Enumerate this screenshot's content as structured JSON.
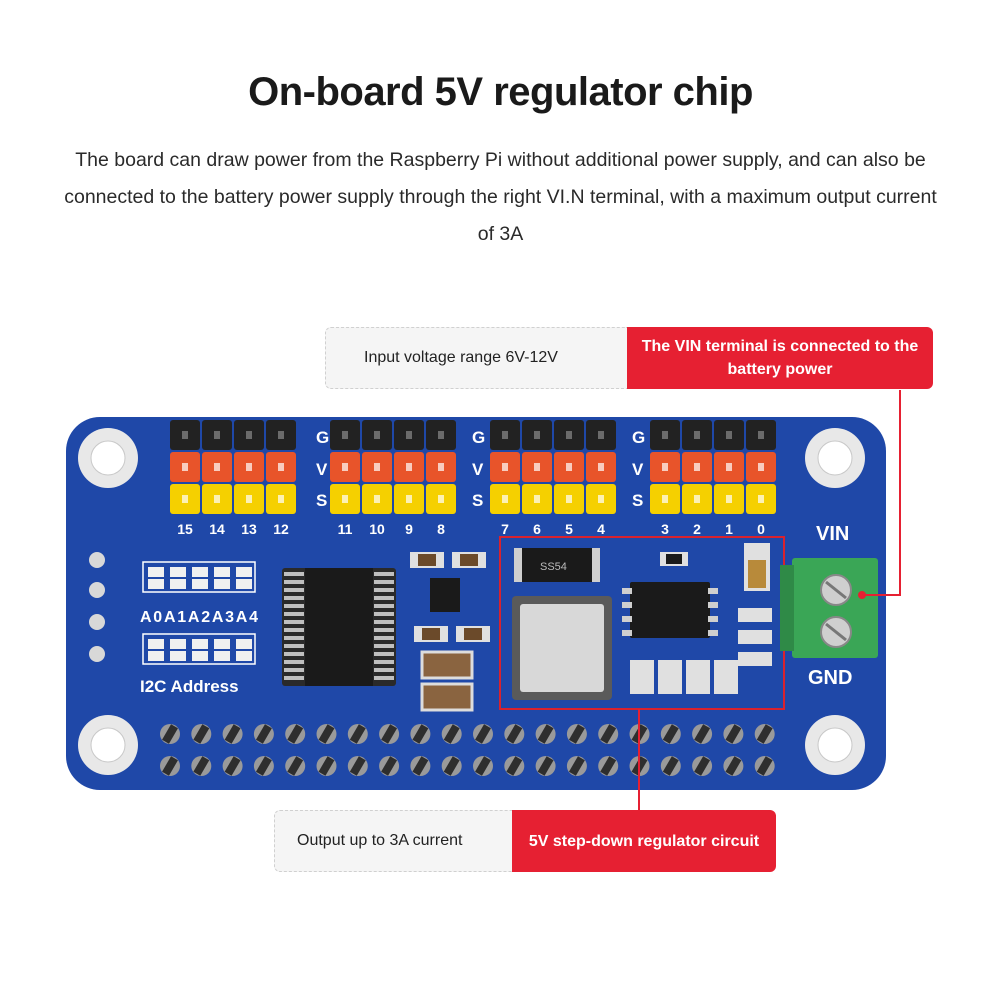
{
  "title": "On-board 5V regulator chip",
  "description": "The board can draw power from the Raspberry Pi without additional power supply, and can also be connected to the battery power supply through the right VI.N terminal, with a maximum output current of 3A",
  "callouts": {
    "top": {
      "grey": "Input voltage range 6V-12V",
      "red": "The VIN terminal is connected to the battery power"
    },
    "bottom": {
      "grey": "Output up to 3A current",
      "red": "5V step-down regulator circuit"
    }
  },
  "board": {
    "pin_row_labels": [
      "G",
      "V",
      "S"
    ],
    "channels": [
      "15",
      "14",
      "13",
      "12",
      "11",
      "10",
      "9",
      "8",
      "7",
      "6",
      "5",
      "4",
      "3",
      "2",
      "1",
      "0"
    ],
    "address_pins": "A0A1A2A3A4",
    "i2c_label": "I2C Address",
    "vin_label": "VIN",
    "gnd_label": "GND",
    "regulator_marking": "SS54"
  },
  "colors": {
    "board": "#1f48a8",
    "callout_red": "#e62032",
    "header_black": "#222222",
    "header_red": "#e8542a",
    "header_yellow": "#f5d000",
    "terminal_green": "#3aa656",
    "highlight_box": "#d9222e"
  }
}
